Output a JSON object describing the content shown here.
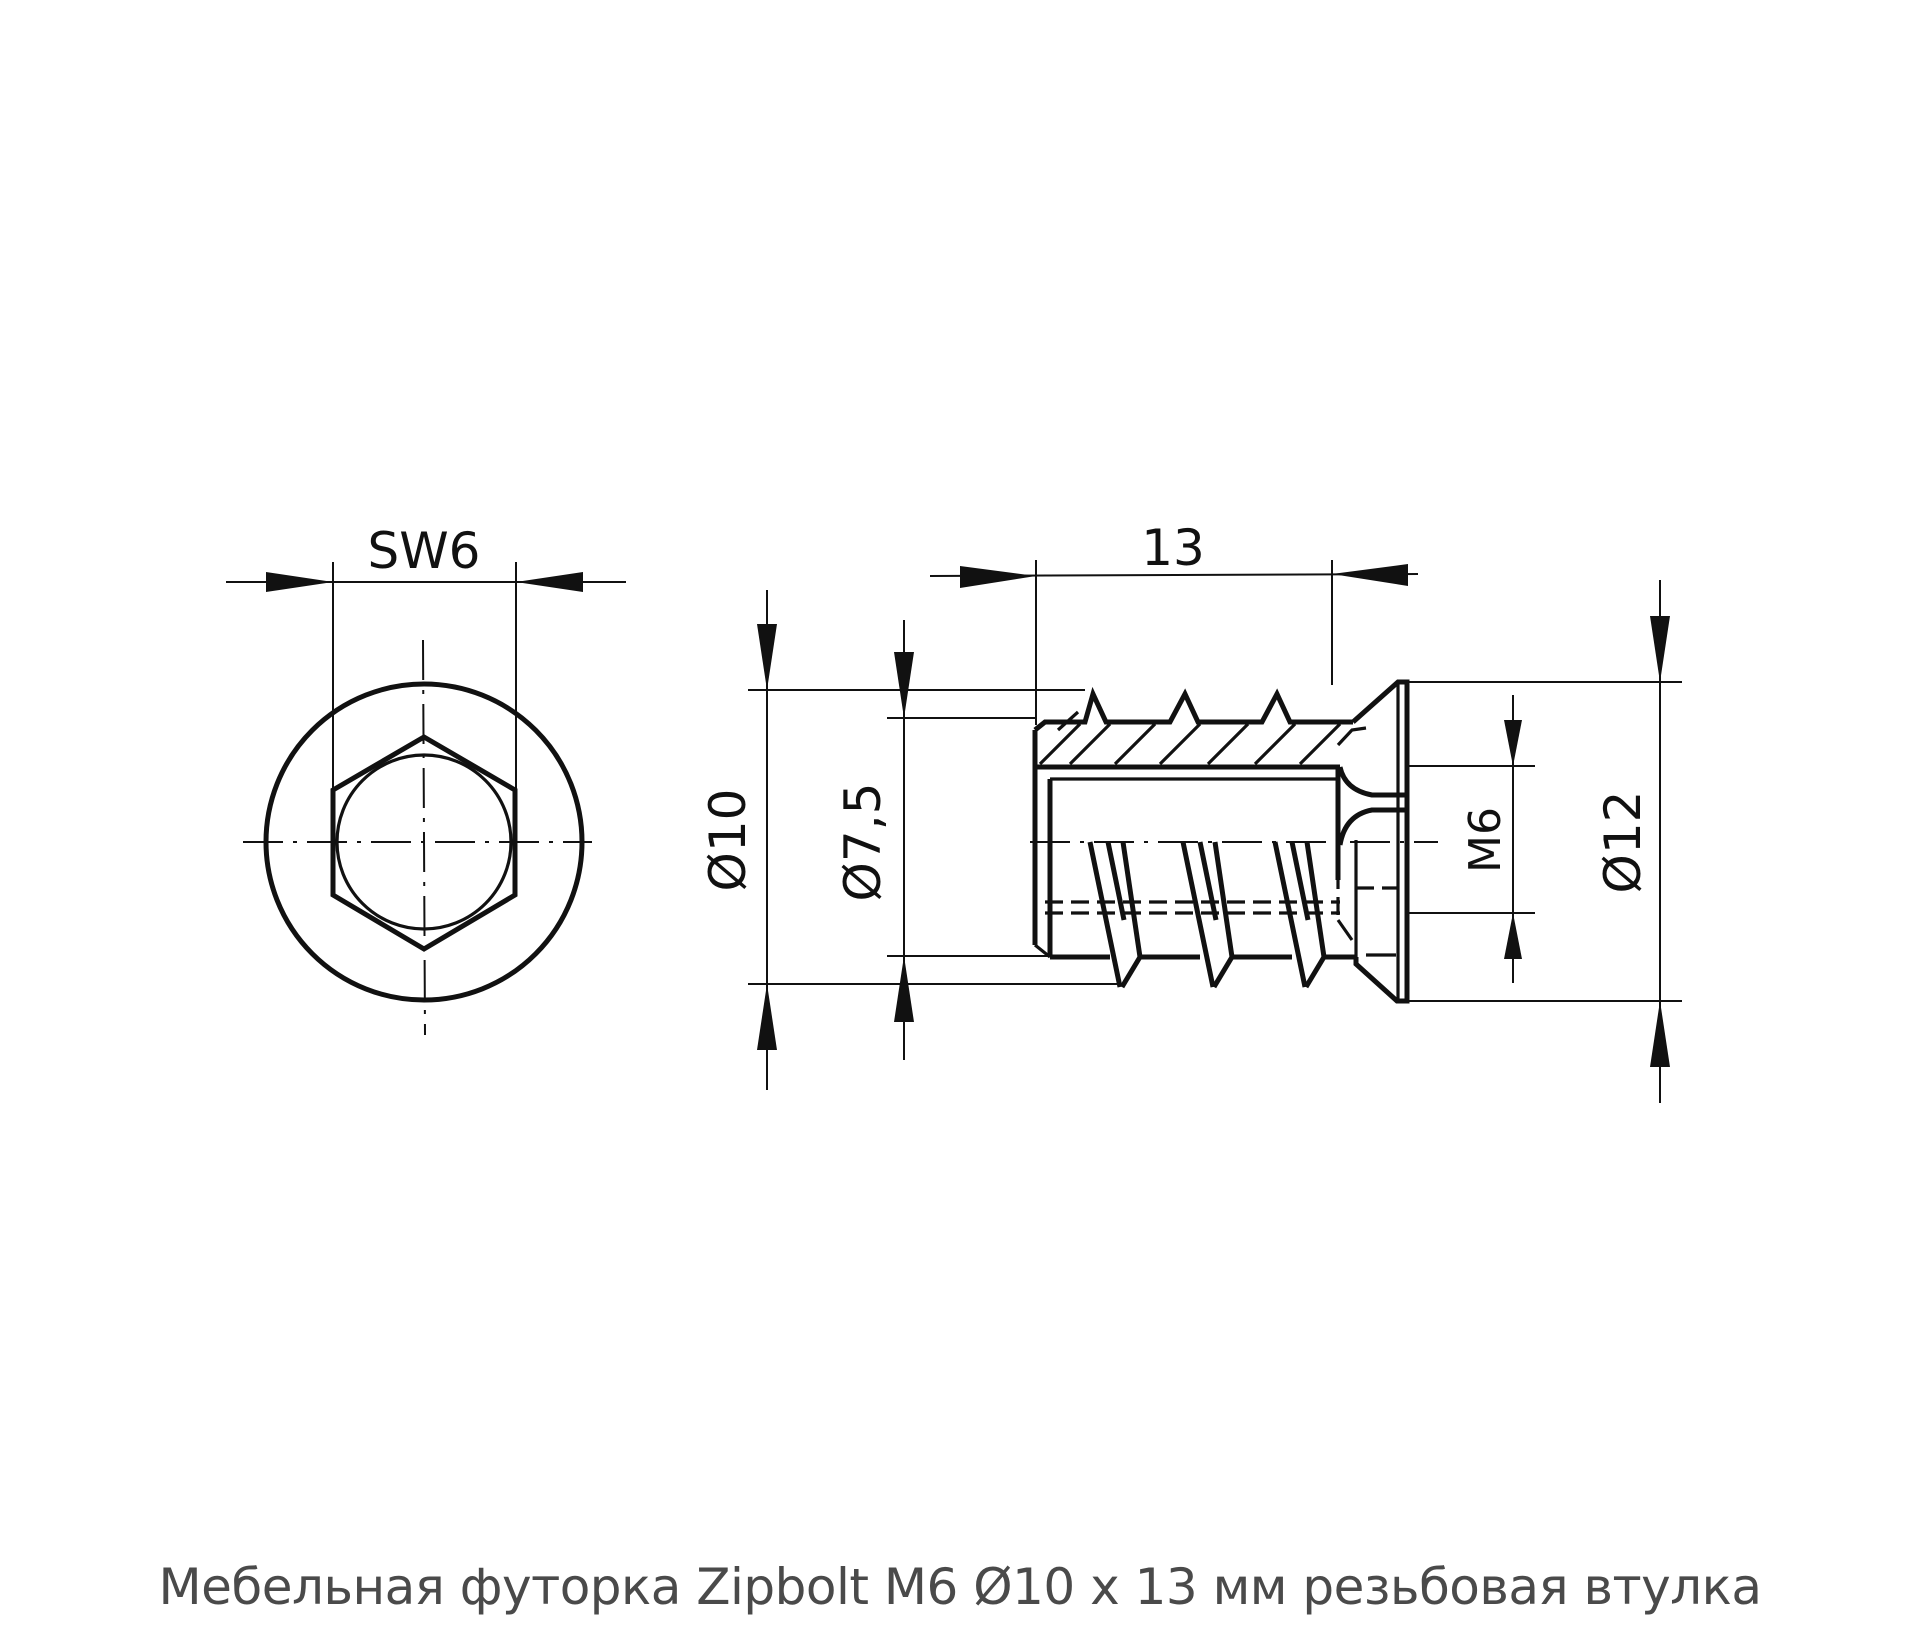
{
  "figure": {
    "type": "technical-drawing",
    "subject": "threaded furniture insert (futorka)"
  },
  "front_view": {
    "dimensions": {
      "wrench_size": "SW6"
    }
  },
  "side_view": {
    "dimensions": {
      "length": "13",
      "outer_thread_diameter": "Ø10",
      "core_diameter": "Ø7,5",
      "internal_thread": "M6",
      "flange_diameter": "Ø12"
    }
  },
  "caption": "Мебельная футорка Zipbolt M6 Ø10 x 13 мм резьбовая втулка",
  "colors": {
    "line": "#111111",
    "caption": "#4a4a4a",
    "background": "#ffffff"
  }
}
